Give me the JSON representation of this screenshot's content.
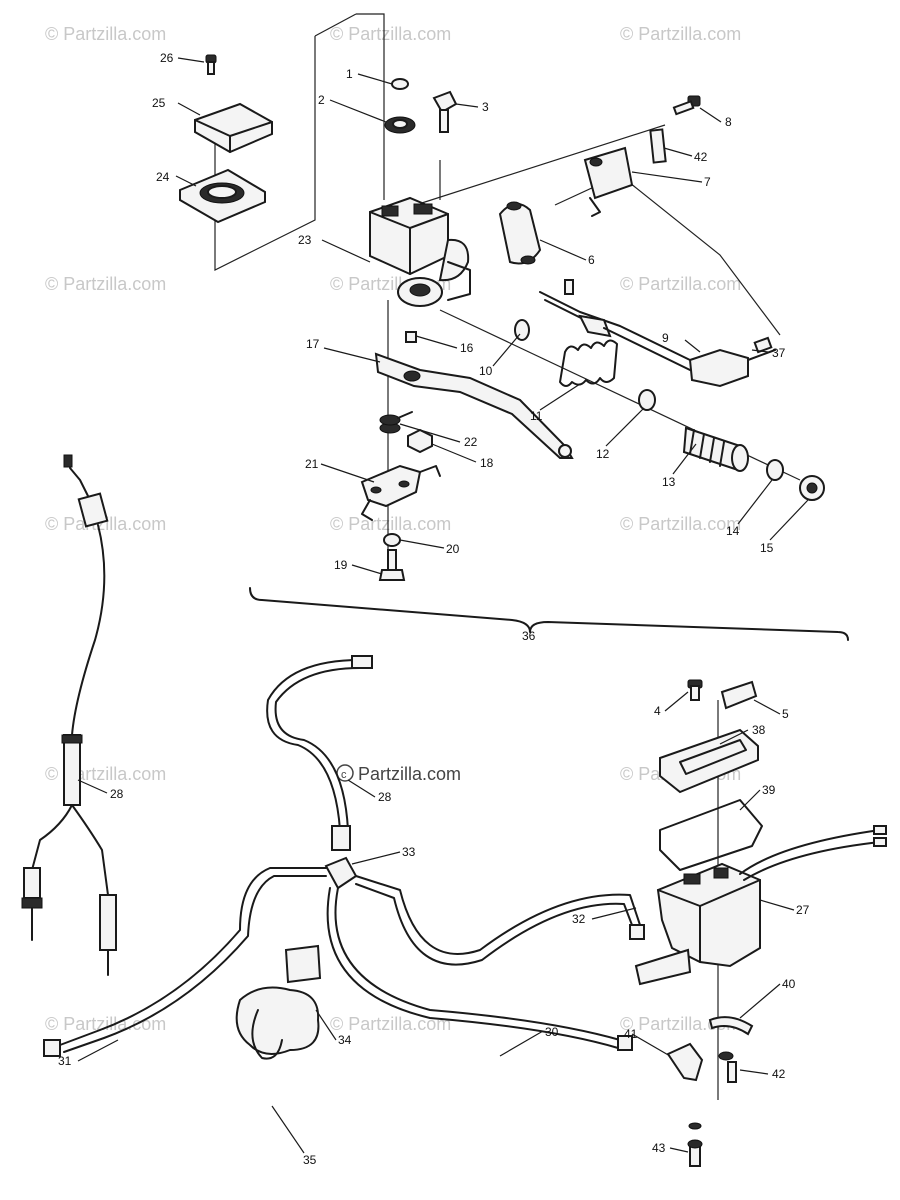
{
  "watermark": {
    "text": "© Partzilla.com",
    "prominent_text": "Partzilla.com"
  },
  "callouts": {
    "c1": "1",
    "c2": "2",
    "c3": "3",
    "c4": "4",
    "c5": "5",
    "c6": "6",
    "c7": "7",
    "c8": "8",
    "c9": "9",
    "c10": "10",
    "c11": "11",
    "c12": "12",
    "c13": "13",
    "c14": "14",
    "c15": "15",
    "c16": "16",
    "c17": "17",
    "c18": "18",
    "c19": "19",
    "c20": "20",
    "c21": "21",
    "c22": "22",
    "c23": "23",
    "c24": "24",
    "c25": "25",
    "c26": "26",
    "c27": "27",
    "c28a": "28",
    "c28b": "28",
    "c30": "30",
    "c31": "31",
    "c32": "32",
    "c33": "33",
    "c34": "34",
    "c35": "35",
    "c36": "36",
    "c37": "37",
    "c38": "38",
    "c39": "39",
    "c40": "40",
    "c41": "41",
    "c42a": "42",
    "c42b": "42",
    "c43": "43"
  },
  "colors": {
    "line": "#1a1a1a",
    "watermark": "#c8c8c8"
  }
}
